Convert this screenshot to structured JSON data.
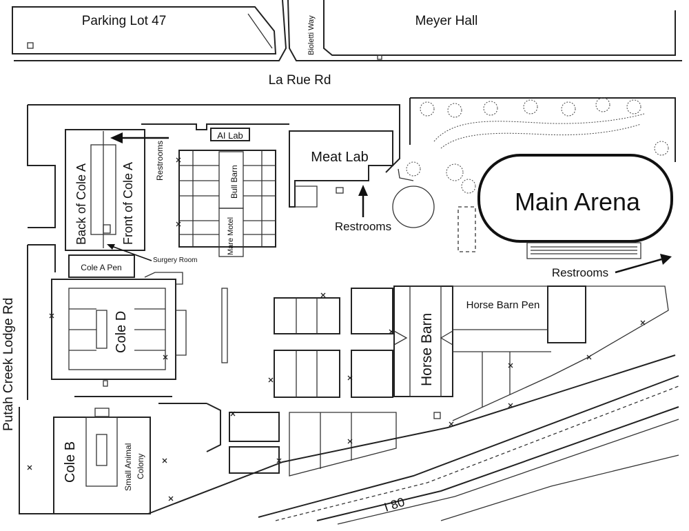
{
  "map": {
    "labels": {
      "parking_lot": "Parking Lot 47",
      "meyer_hall": "Meyer Hall",
      "bioletti_way": "Bioletti Way",
      "la_rue_rd": "La Rue Rd",
      "putah_creek_rd": "Putah Creek Lodge Rd",
      "ai_lab": "AI Lab",
      "meat_lab": "Meat Lab",
      "restrooms_top": "Restrooms",
      "restrooms_meatlab": "Restrooms",
      "restrooms_arena": "Restrooms",
      "bull_barn": "Bull Barn",
      "mare_motel": "Mare Motel",
      "back_cole_a": "Back of Cole A",
      "front_cole_a": "Front of Cole A",
      "surgery_room": "Surgery Room",
      "cole_a_pen": "Cole A Pen",
      "cole_d": "Cole D",
      "cole_b": "Cole B",
      "small_animal_line1": "Small Animal",
      "small_animal_line2": "Colony",
      "main_arena": "Main Arena",
      "horse_barn": "Horse Barn",
      "horse_barn_pen": "Horse Barn Pen",
      "highway": "I 80"
    }
  }
}
